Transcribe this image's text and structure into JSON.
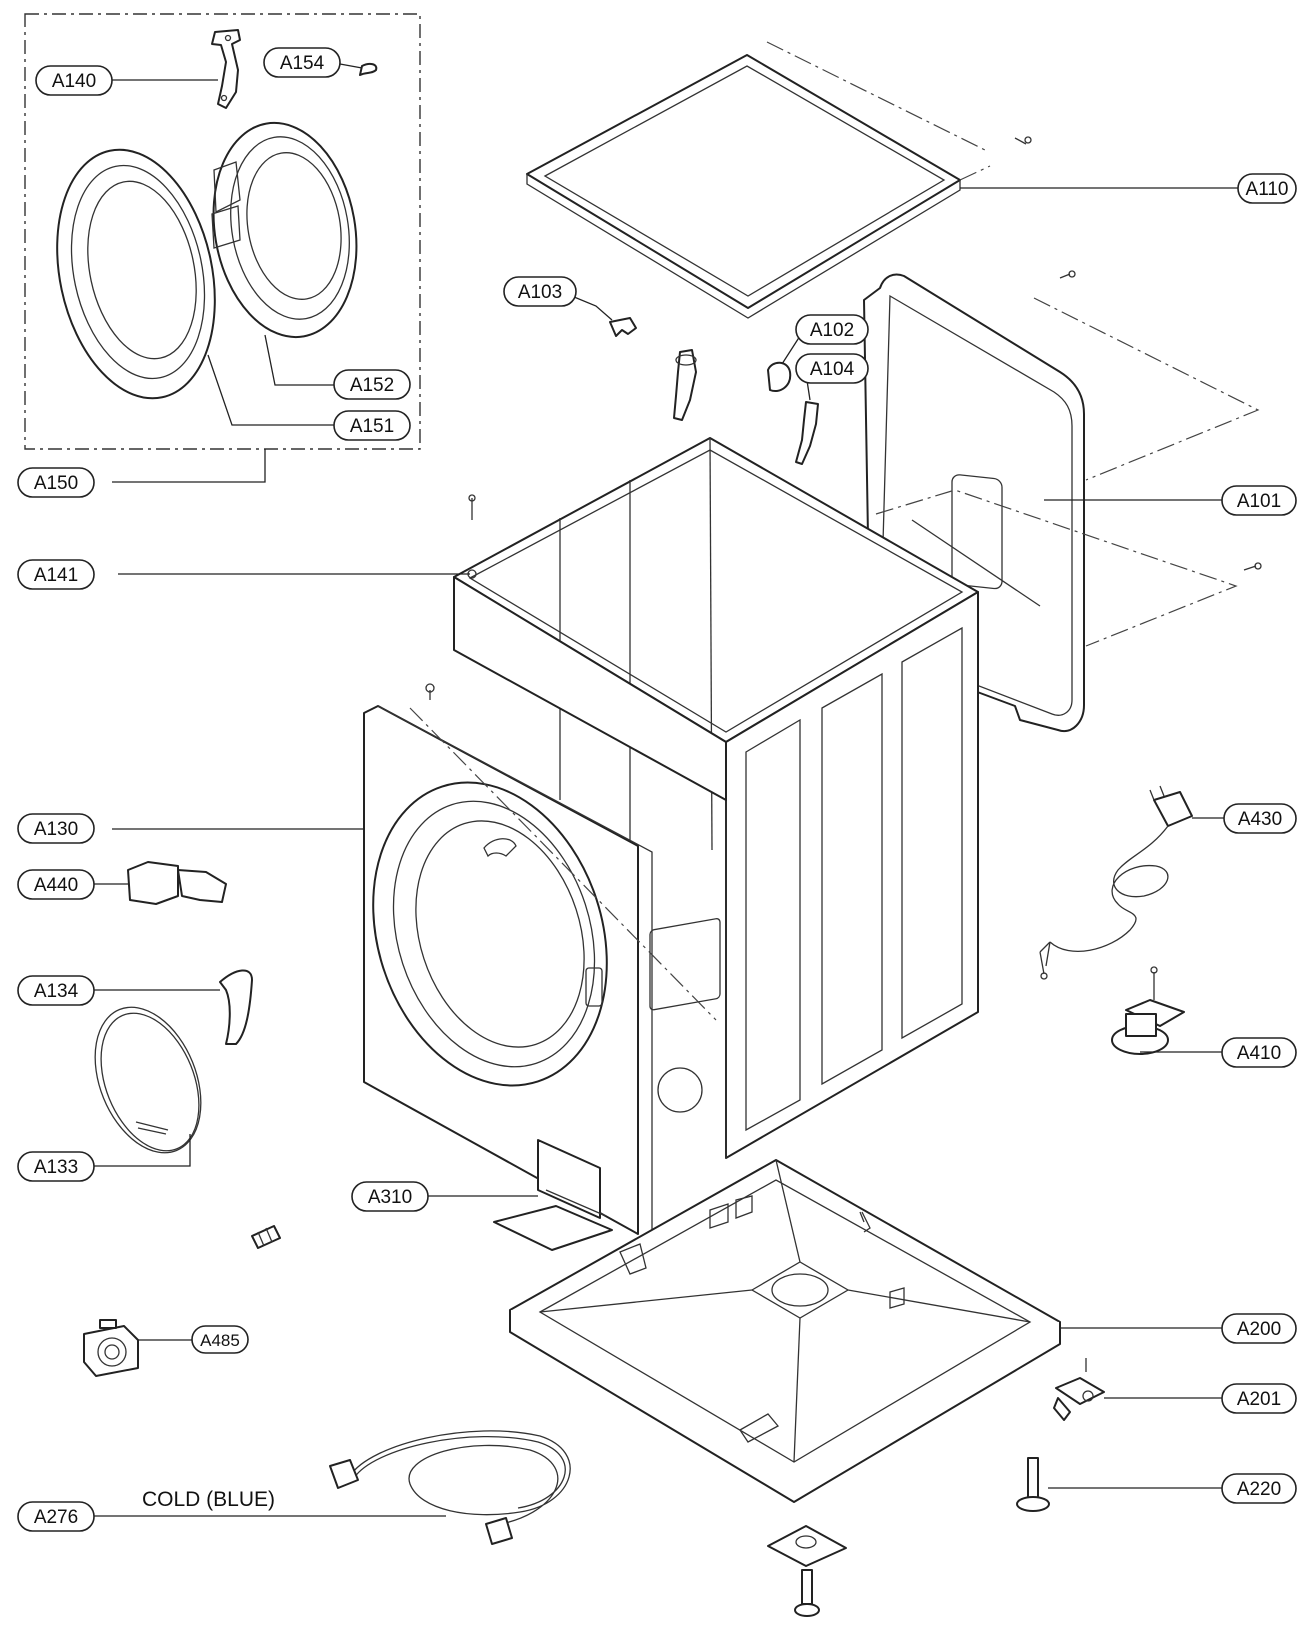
{
  "callouts": {
    "a140": "A140",
    "a154": "A154",
    "a152": "A152",
    "a151": "A151",
    "a150": "A150",
    "a141": "A141",
    "a103": "A103",
    "a102": "A102",
    "a104": "A104",
    "a110": "A110",
    "a101": "A101",
    "a130": "A130",
    "a440": "A440",
    "a134": "A134",
    "a133": "A133",
    "a310": "A310",
    "a485": "A485",
    "a276": "A276",
    "a430": "A430",
    "a410": "A410",
    "a200": "A200",
    "a201": "A201",
    "a220": "A220"
  },
  "notes": {
    "cold_hose": "COLD (BLUE)"
  },
  "colors": {
    "line": "#222222",
    "background": "#ffffff"
  }
}
